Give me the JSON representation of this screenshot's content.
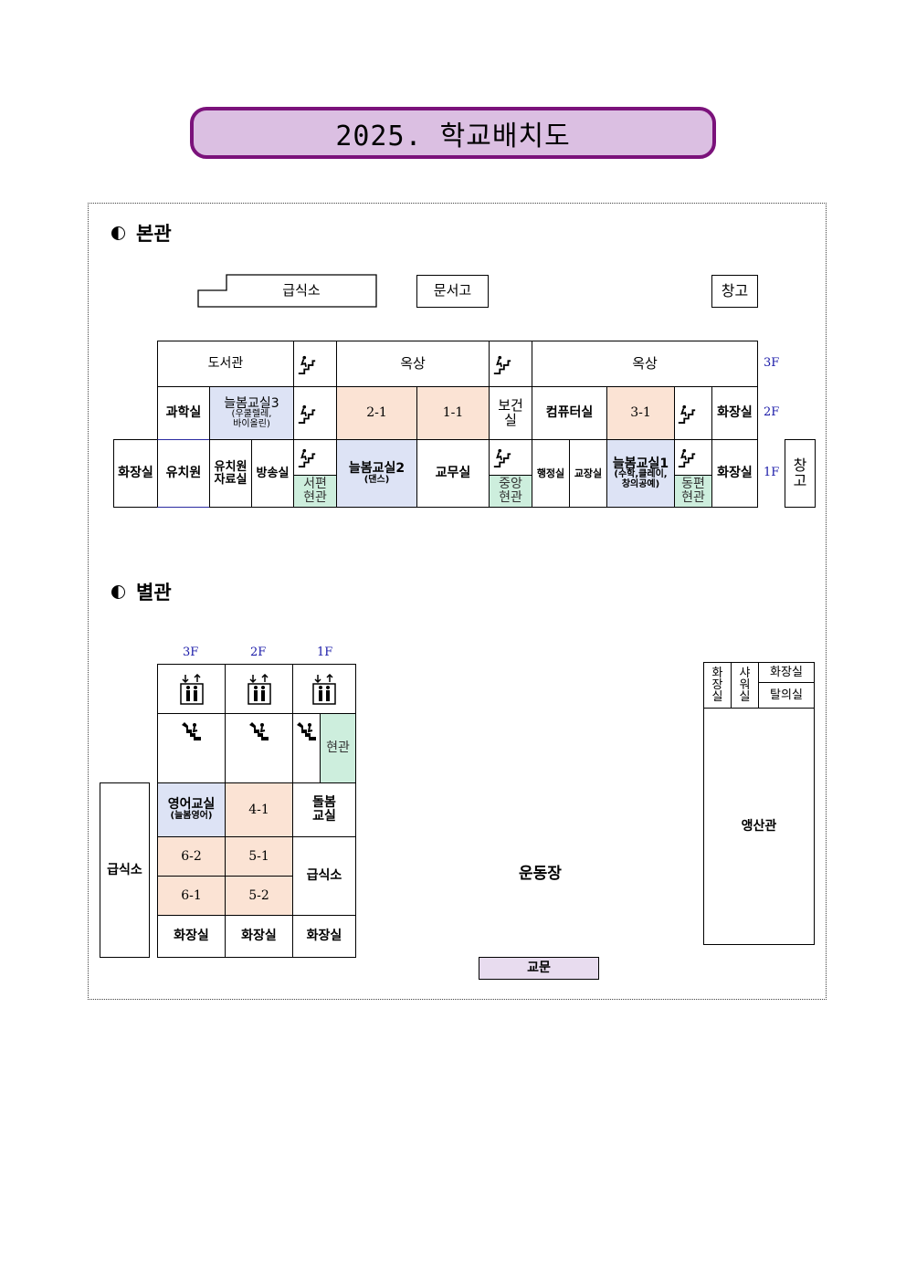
{
  "title": "2025. 학교배치도",
  "main_building": {
    "heading": "본관",
    "outbuildings": {
      "cafeteria": "급식소",
      "archive": "문서고",
      "storage": "창고"
    },
    "floors": {
      "f3": "3F",
      "f2": "2F",
      "f1": "1F"
    },
    "row3": {
      "library": "도서관",
      "rooftop_west": "옥상",
      "rooftop_east": "옥상"
    },
    "row2": {
      "science": "과학실",
      "neulbom3": "늘봄교실3",
      "neulbom3_sub1": "(우쿨렐레,",
      "neulbom3_sub2": "바이올린)",
      "c21": "2-1",
      "c11": "1-1",
      "health1": "보건",
      "health2": "실",
      "computer": "컴퓨터실",
      "c31": "3-1",
      "restroom": "화장실"
    },
    "row1": {
      "restroom_west": "화장실",
      "kindergarten": "유치원",
      "kg_res1": "유치원",
      "kg_res2": "자료실",
      "broadcast": "방송실",
      "west_entr1": "서편",
      "west_entr2": "현관",
      "neulbom2": "늘봄교실2",
      "neulbom2_sub": "(댄스)",
      "teachers": "교무실",
      "central1": "중앙",
      "central2": "현관",
      "admin": "행정실",
      "principal": "교장실",
      "neulbom1": "늘봄교실1",
      "neulbom1_sub1": "(수학,클레이,",
      "neulbom1_sub2": "창의공예)",
      "east_entr1": "동편",
      "east_entr2": "현관",
      "restroom_east": "화장실",
      "storage1": "창",
      "storage2": "고"
    }
  },
  "annex": {
    "heading": "별관",
    "floor_labels": [
      "3F",
      "2F",
      "1F"
    ],
    "entrance": "현관",
    "english1": "영어교실",
    "english2": "(늘봄영어)",
    "c41": "4-1",
    "care1": "돌봄",
    "care2": "교실",
    "c62": "6-2",
    "c51": "5-1",
    "c61": "6-1",
    "c52": "5-2",
    "cafeteria_in": "급식소",
    "cafeteria_side": "급식소",
    "restrooms": [
      "화장실",
      "화장실",
      "화장실"
    ]
  },
  "grounds": {
    "playground": "운동장",
    "gate": "교문",
    "gym": "앵산관",
    "gym_restroom_v": [
      "화",
      "장",
      "실"
    ],
    "shower_v": [
      "샤",
      "워",
      "실"
    ],
    "gym_restroom": "화장실",
    "changing": "탈의실"
  }
}
